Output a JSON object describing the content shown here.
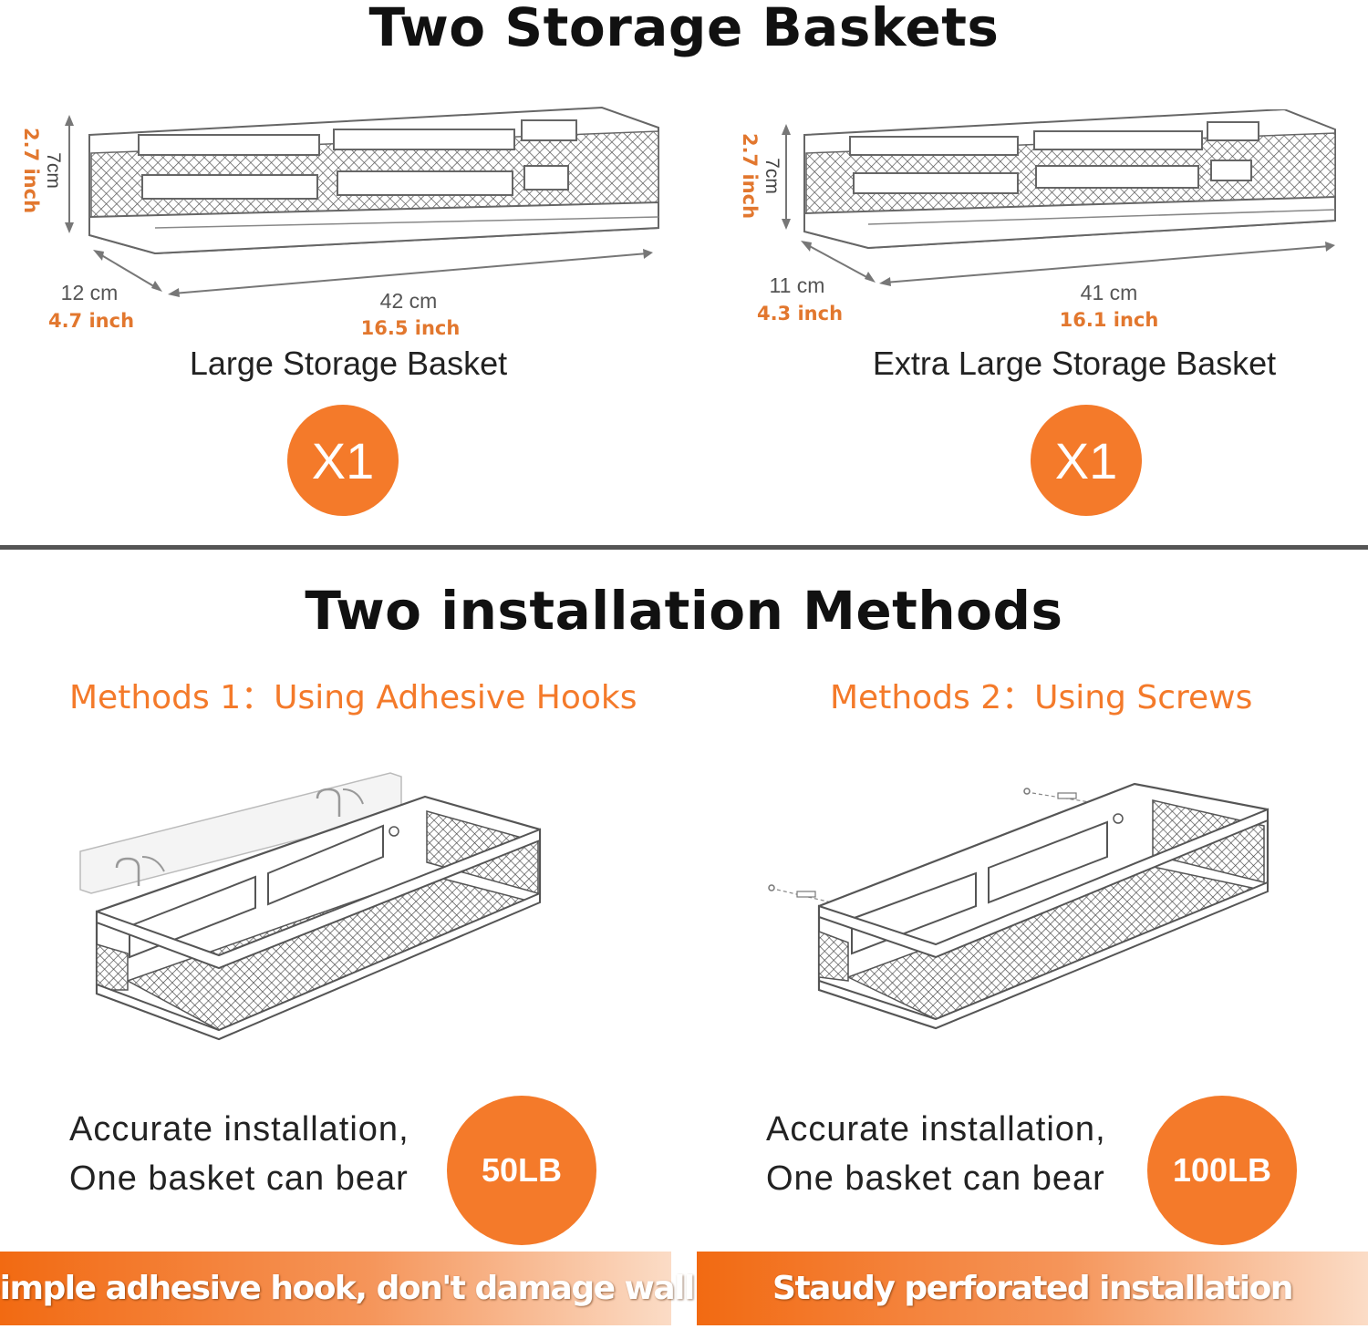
{
  "section1": {
    "title": "Two Storage Baskets",
    "large": {
      "height_cm": "7cm",
      "height_in": "2.7 inch",
      "depth_cm": "12 cm",
      "depth_in": "4.7 inch",
      "length_cm": "42 cm",
      "length_in": "16.5 inch",
      "name": "Large Storage Basket",
      "quantity": "X1"
    },
    "extra_large": {
      "height_cm": "7cm",
      "height_in": "2.7 inch",
      "depth_cm": "11 cm",
      "depth_in": "4.3 inch",
      "length_cm": "41 cm",
      "length_in": "16.1 inch",
      "name": "Extra Large Storage Basket",
      "quantity": "X1"
    }
  },
  "section2": {
    "title": "Two installation Methods",
    "method1": {
      "title": "Methods 1：Using Adhesive Hooks",
      "line1": "Accurate installation,",
      "line2": "One basket can bear",
      "weight": "50LB",
      "banner": "Simple adhesive hook, don't damage wall"
    },
    "method2": {
      "title": "Methods 2：Using Screws",
      "line1": "Accurate installation,",
      "line2": "One basket can bear",
      "weight": "100LB",
      "banner": "Staudy perforated installation"
    }
  },
  "colors": {
    "accent": "#f47a2a",
    "divider": "#555555",
    "text": "#222222"
  }
}
